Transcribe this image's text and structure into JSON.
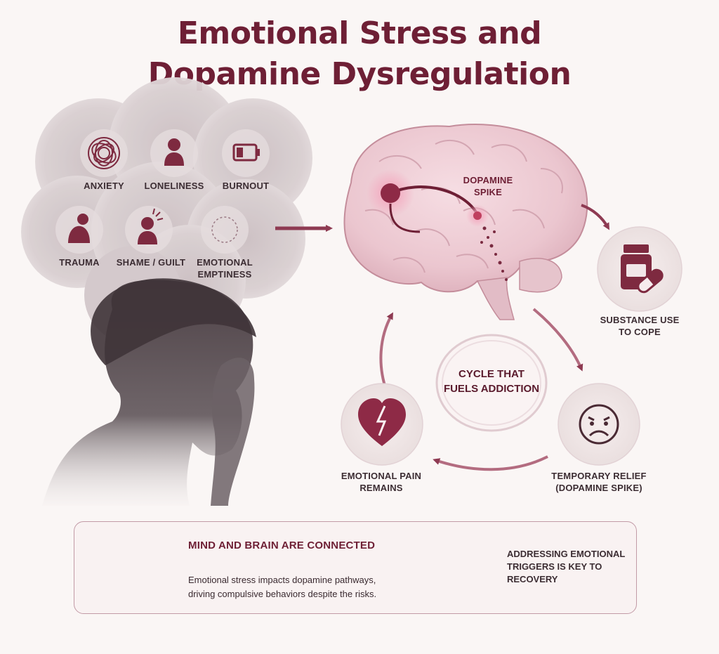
{
  "title_line1": "Emotional Stress and",
  "title_line2": "Dopamine Dysregulation",
  "stressors": [
    {
      "label": "ANXIETY",
      "icon": "scribble-icon"
    },
    {
      "label": "LONELINESS",
      "icon": "person-icon"
    },
    {
      "label": "BURNOUT",
      "icon": "low-battery-icon"
    },
    {
      "label": "TRAUMA",
      "icon": "curled-person-icon"
    },
    {
      "label": "SHAME / GUILT",
      "icon": "ashamed-person-icon"
    },
    {
      "label": "EMOTIONAL EMPTINESS",
      "line1": "EMOTIONAL",
      "line2": "EMPTINESS",
      "icon": "empty-circle-icon"
    }
  ],
  "brain": {
    "label_line1": "DOPAMINE",
    "label_line2": "SPIKE"
  },
  "substance": {
    "line1": "SUBSTANCE USE",
    "line2": "TO COPE",
    "icon": "pill-bottle-icon"
  },
  "cycle": {
    "center_line1": "CYCLE THAT",
    "center_line2": "FUELS ADDICTION",
    "relief": {
      "line1": "TEMPORARY RELIEF",
      "line2": "(DOPAMINE SPIKE)",
      "icon": "sad-face-icon"
    },
    "pain": {
      "line1": "EMOTIONAL PAIN",
      "line2": "REMAINS",
      "icon": "broken-heart-icon"
    }
  },
  "card": {
    "heading": "MIND AND BRAIN ARE CONNECTED",
    "body_line1": "Emotional stress impacts dopamine pathways,",
    "body_line2": "driving compulsive behaviors despite the risks.",
    "right_line1": "ADDRESSING EMOTIONAL",
    "right_line2": "TRIGGERS IS KEY TO",
    "right_line3": "RECOVERY"
  },
  "colors": {
    "accent": "#6e1f35",
    "arrow": "#8e3a52",
    "icon": "#7e2a40",
    "background": "#faf6f5"
  }
}
